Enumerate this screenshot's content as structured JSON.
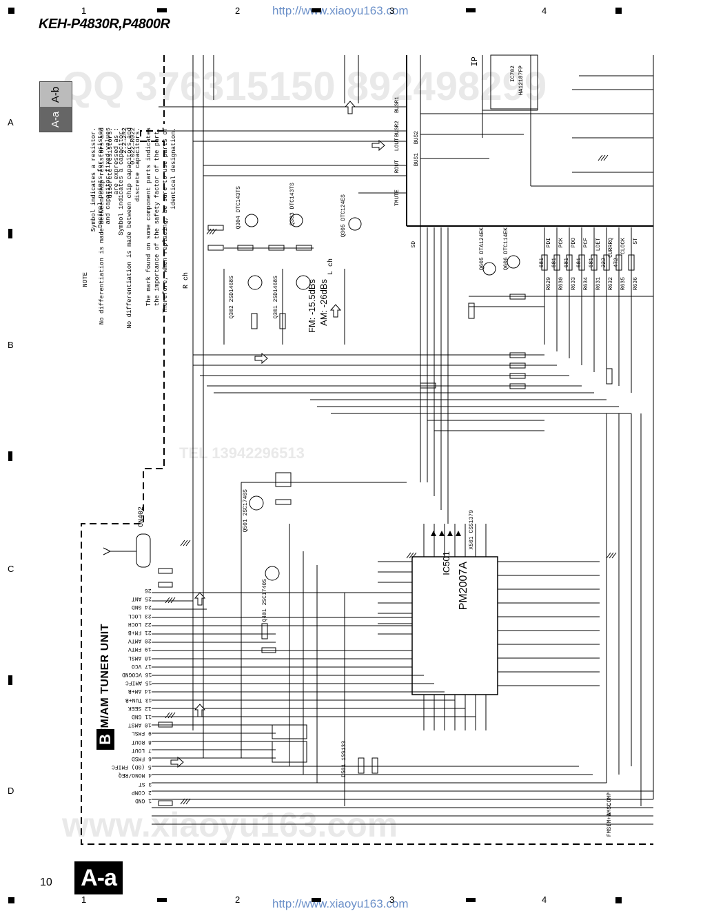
{
  "header": {
    "title": "KEH-P4830R,P4800R",
    "url_top": "http://www.xiaoyu163.com",
    "url_bottom": "http://www.xiaoyu163.com"
  },
  "grid": {
    "columns": [
      "1",
      "2",
      "3",
      "4"
    ],
    "rows": [
      "A",
      "B",
      "C",
      "D"
    ]
  },
  "tabs": {
    "upper": "A-b",
    "lower": "A-a"
  },
  "notes": {
    "title": "NOTE",
    "lines_col1": [
      "Symbol indicates a resistor.",
      "No differentiation is made between chip resistors and",
      "discrete resistors."
    ],
    "lines_col2": [
      "Symbol indicates a capacitor.",
      "No differentiation is made between chip capacitors and",
      "discrete capacitors."
    ],
    "lines_col3": [
      "The mark found on some component parts indicates",
      "the importance of the safety factor of the part.",
      "Therefore, when replacing, be sure to use parts of",
      "identical designation."
    ],
    "lines_col4": [
      "Decimal points for resistor",
      "and capacitor fixed values",
      "are expressed as :",
      "2.2→2R2",
      "0.022→R022"
    ]
  },
  "tuner": {
    "badge": "B",
    "label": "FM/AM TUNER UNIT",
    "pins": [
      "26",
      "25 ANT",
      "24 GND",
      "23 LOCL",
      "22 LOCH",
      "21 FM+B",
      "20 AMTV",
      "19 FMTV",
      "18 AMSL",
      "17 VCO",
      "16 VCOGND",
      "15 AMIFC",
      "14 AM+B",
      "13 TUN+B",
      "12 SEEK",
      "11 GND",
      "10 AMST",
      "9 FMSL",
      "8 ROUT",
      "7 LOUT",
      "6 FMSD",
      "5 (GD) FMIFC",
      "4 MONO/REQ",
      "3 ST",
      "2 COMP",
      "1 GND"
    ]
  },
  "ic": {
    "ref": "IC501",
    "part": "PM2007A"
  },
  "levels": {
    "fm": "FM: -15.5dBs",
    "am": "AM: -26dBs"
  },
  "labels": {
    "cn402": "CN402",
    "rch": "R ch",
    "lch": "L ch",
    "ic702": "IC702",
    "ic702_part": "HA12187FP",
    "ip": "IP",
    "busr1": "BUSR1",
    "busr2": "BUSR2",
    "lout": "LOUT",
    "bus2": "BUS2",
    "rout": "ROUT",
    "bus1": "BUS1",
    "tmute": "TMUTE",
    "sd": "SD",
    "comp": "COMP",
    "amsl": "AMSL",
    "fmb": "FM+B",
    "fmsl": "FMSL",
    "q304": "Q304 DTC143TS",
    "q303": "Q303 DTC143TS",
    "q305": "Q305 DTC124ES",
    "q302": "Q302 2SD1468S",
    "q301": "Q301 2SD1468S",
    "q501": "Q501 2SC1740S",
    "q401": "Q401 2SC1740S",
    "q605": "Q605 DTA124EK",
    "q606": "Q606 DTC114EK",
    "d501": "D501 1SS133",
    "x501": "X501 CSS1379",
    "r_bank": [
      "R629",
      "R630",
      "R633",
      "R634",
      "R631",
      "R632",
      "R635",
      "R636"
    ],
    "r_bank_nets": [
      "PDI",
      "PCK",
      "PDO",
      "PCF",
      "LDET",
      "CURRRQ",
      "CLOCK",
      "ST"
    ],
    "r_bank_vals": [
      "681",
      "681",
      "681",
      "681",
      "681",
      "222",
      "472"
    ]
  },
  "footer": {
    "page": "10",
    "badge": "A-a"
  },
  "watermarks": [
    "QQ 376315150 892498299",
    "www.xiaoyu163.com",
    "TEL 13942296513"
  ]
}
